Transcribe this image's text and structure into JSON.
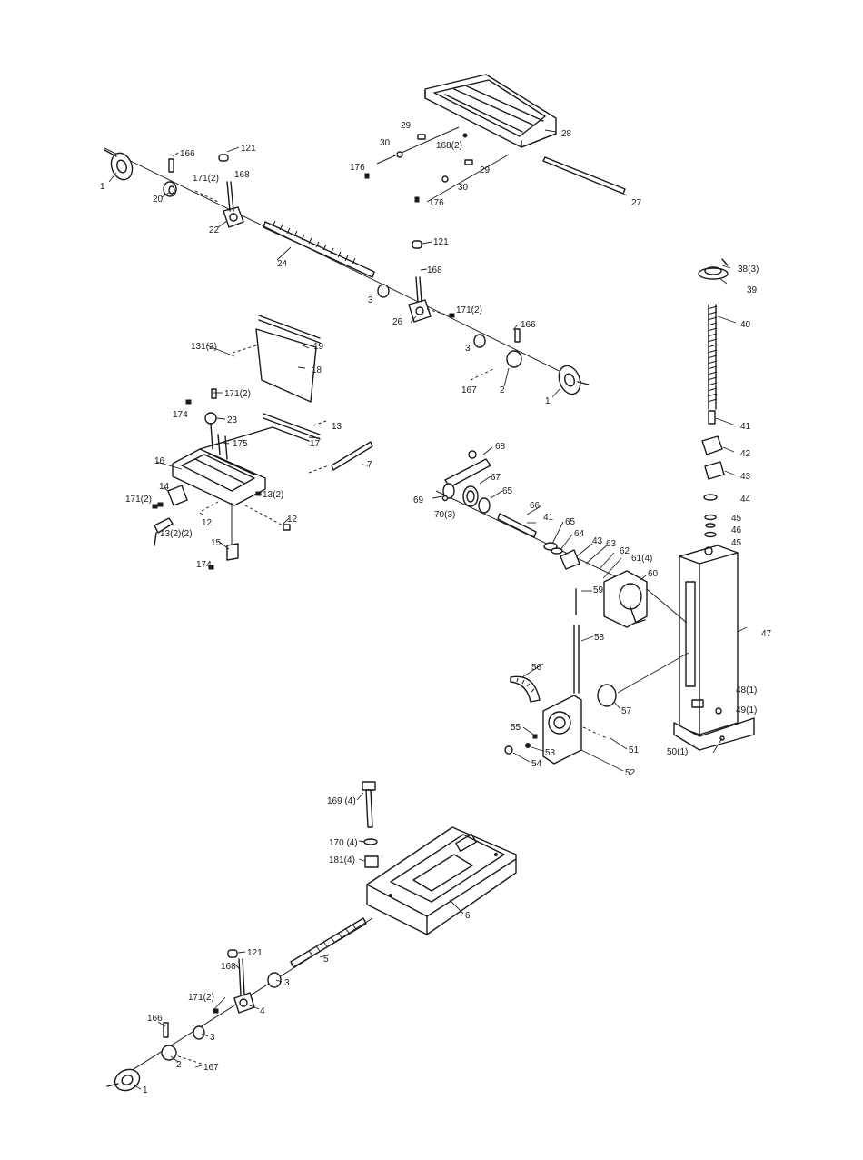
{
  "labels": [
    {
      "id": "l1",
      "text": "1"
    },
    {
      "id": "l166a",
      "text": "166"
    },
    {
      "id": "l121a",
      "text": "121"
    },
    {
      "id": "l171a",
      "text": "171(2)"
    },
    {
      "id": "l168a",
      "text": "168"
    },
    {
      "id": "l20",
      "text": "20"
    },
    {
      "id": "l22",
      "text": "22"
    },
    {
      "id": "l24",
      "text": "24"
    },
    {
      "id": "l29a",
      "text": "29"
    },
    {
      "id": "l30a",
      "text": "30"
    },
    {
      "id": "l168b",
      "text": "168(2)"
    },
    {
      "id": "l28",
      "text": "28"
    },
    {
      "id": "l176a",
      "text": "176"
    },
    {
      "id": "l29b",
      "text": "29"
    },
    {
      "id": "l30b",
      "text": "30"
    },
    {
      "id": "l176b",
      "text": "176"
    },
    {
      "id": "l27",
      "text": "27"
    },
    {
      "id": "l121b",
      "text": "121"
    },
    {
      "id": "l168c",
      "text": "168"
    },
    {
      "id": "l3a",
      "text": "3"
    },
    {
      "id": "l171b",
      "text": "171(2)"
    },
    {
      "id": "l26",
      "text": "26"
    },
    {
      "id": "l166b",
      "text": "166"
    },
    {
      "id": "l3b",
      "text": "3"
    },
    {
      "id": "l167a",
      "text": "167"
    },
    {
      "id": "l2a",
      "text": "2"
    },
    {
      "id": "l1b",
      "text": "1"
    },
    {
      "id": "l38",
      "text": "38(3)"
    },
    {
      "id": "l39",
      "text": "39"
    },
    {
      "id": "l40",
      "text": "40"
    },
    {
      "id": "l41a",
      "text": "41"
    },
    {
      "id": "l42",
      "text": "42"
    },
    {
      "id": "l43a",
      "text": "43"
    },
    {
      "id": "l44",
      "text": "44"
    },
    {
      "id": "l45a",
      "text": "45"
    },
    {
      "id": "l46",
      "text": "46"
    },
    {
      "id": "l45b",
      "text": "45"
    },
    {
      "id": "l47",
      "text": "47"
    },
    {
      "id": "l48",
      "text": "48(1)"
    },
    {
      "id": "l49",
      "text": "49(1)"
    },
    {
      "id": "l50",
      "text": "50(1)"
    },
    {
      "id": "l131a",
      "text": "131(2)"
    },
    {
      "id": "l19",
      "text": "19"
    },
    {
      "id": "l18",
      "text": "18"
    },
    {
      "id": "l171c",
      "text": "171(2)"
    },
    {
      "id": "l174a",
      "text": "174"
    },
    {
      "id": "l23",
      "text": "23"
    },
    {
      "id": "l13",
      "text": "13"
    },
    {
      "id": "l175",
      "text": "175"
    },
    {
      "id": "l17",
      "text": "17"
    },
    {
      "id": "l16",
      "text": "16"
    },
    {
      "id": "l7",
      "text": "7"
    },
    {
      "id": "l14",
      "text": "14"
    },
    {
      "id": "l171d",
      "text": "171(2)"
    },
    {
      "id": "l132",
      "text": "13(2)"
    },
    {
      "id": "l12a",
      "text": "12"
    },
    {
      "id": "l12b",
      "text": "12"
    },
    {
      "id": "l1322",
      "text": "13(2)(2)"
    },
    {
      "id": "l15",
      "text": "15"
    },
    {
      "id": "l174b",
      "text": "174"
    },
    {
      "id": "l68",
      "text": "68"
    },
    {
      "id": "l67",
      "text": "67"
    },
    {
      "id": "l69",
      "text": "69"
    },
    {
      "id": "l65a",
      "text": "65"
    },
    {
      "id": "l70",
      "text": "70(3)"
    },
    {
      "id": "l66",
      "text": "66"
    },
    {
      "id": "l41b",
      "text": "41"
    },
    {
      "id": "l65b",
      "text": "65"
    },
    {
      "id": "l64",
      "text": "64"
    },
    {
      "id": "l43b",
      "text": "43"
    },
    {
      "id": "l63",
      "text": "63"
    },
    {
      "id": "l62",
      "text": "62"
    },
    {
      "id": "l61",
      "text": "61(4)"
    },
    {
      "id": "l60",
      "text": "60"
    },
    {
      "id": "l59",
      "text": "59"
    },
    {
      "id": "l58",
      "text": "58"
    },
    {
      "id": "l56",
      "text": "56"
    },
    {
      "id": "l57",
      "text": "57"
    },
    {
      "id": "l55",
      "text": "55"
    },
    {
      "id": "l53",
      "text": "53"
    },
    {
      "id": "l54",
      "text": "54"
    },
    {
      "id": "l51",
      "text": "51"
    },
    {
      "id": "l52",
      "text": "52"
    },
    {
      "id": "l169",
      "text": "169 (4)"
    },
    {
      "id": "l170",
      "text": "170 (4)"
    },
    {
      "id": "l181",
      "text": "181(4)"
    },
    {
      "id": "l6",
      "text": "6"
    },
    {
      "id": "l121c",
      "text": "121"
    },
    {
      "id": "l168d",
      "text": "168"
    },
    {
      "id": "l5",
      "text": "5"
    },
    {
      "id": "l3c",
      "text": "3"
    },
    {
      "id": "l171e",
      "text": "171(2)"
    },
    {
      "id": "l4",
      "text": "4"
    },
    {
      "id": "l166c",
      "text": "166"
    },
    {
      "id": "l3d",
      "text": "3"
    },
    {
      "id": "l2b",
      "text": "2"
    },
    {
      "id": "l167b",
      "text": "167"
    },
    {
      "id": "l1c",
      "text": "1"
    }
  ]
}
